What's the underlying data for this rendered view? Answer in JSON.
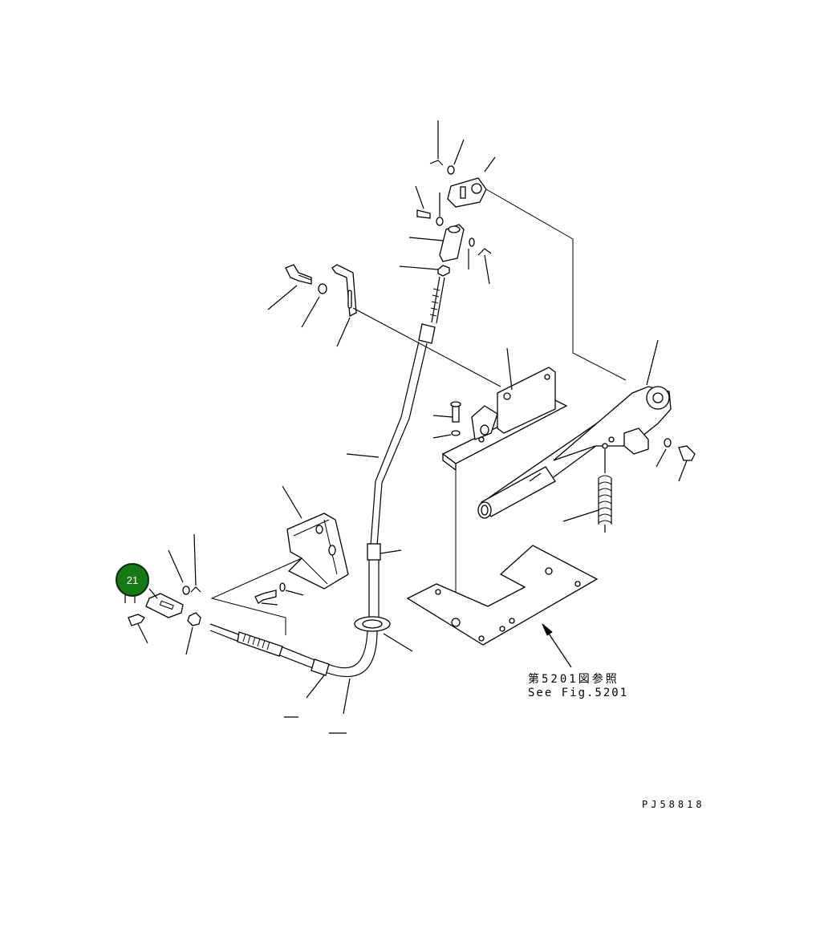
{
  "reference": {
    "jp_text": "第5201図参照",
    "en_text": "See Fig.5201"
  },
  "drawing_number": "PJ58818",
  "callout": {
    "label": "21",
    "color": "#157a15"
  }
}
